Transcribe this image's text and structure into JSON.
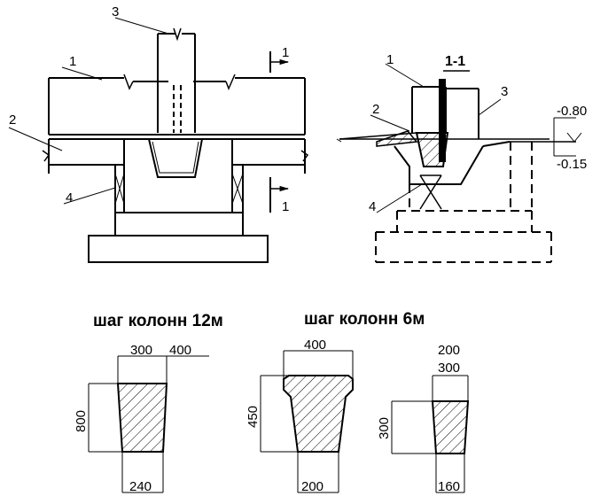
{
  "elevation": {
    "labels": [
      "1",
      "2",
      "3",
      "4"
    ],
    "cut_label": "1"
  },
  "section": {
    "title": "1-1",
    "labels": [
      "1",
      "2",
      "3",
      "4"
    ],
    "levels": [
      "-0.80",
      "-0.15"
    ]
  },
  "profiles": {
    "heading_12m": "шаг колонн 12м",
    "heading_6m": "шаг колонн 6м",
    "p12": {
      "top": "300",
      "top_extra": "400",
      "height": "800",
      "bottom": "240"
    },
    "p6a": {
      "top": "400",
      "height": "450",
      "bottom": "200"
    },
    "p6b": {
      "top_a": "200",
      "top_b": "300",
      "height": "300",
      "bottom": "160"
    }
  },
  "colors": {
    "ink": "#000000",
    "background": "#ffffff"
  }
}
